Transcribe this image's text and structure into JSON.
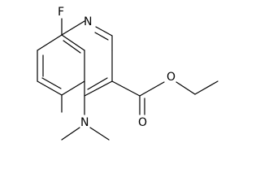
{
  "molecule": {
    "atoms": {
      "fluorine": "F",
      "ring_nitrogen": "N",
      "ester_carbonyl_oxygen": "O",
      "ester_ether_oxygen": "O",
      "amine_nitrogen": "N"
    }
  },
  "colors": {
    "bond": "#000000",
    "label": "#000000",
    "background": "#ffffff"
  }
}
